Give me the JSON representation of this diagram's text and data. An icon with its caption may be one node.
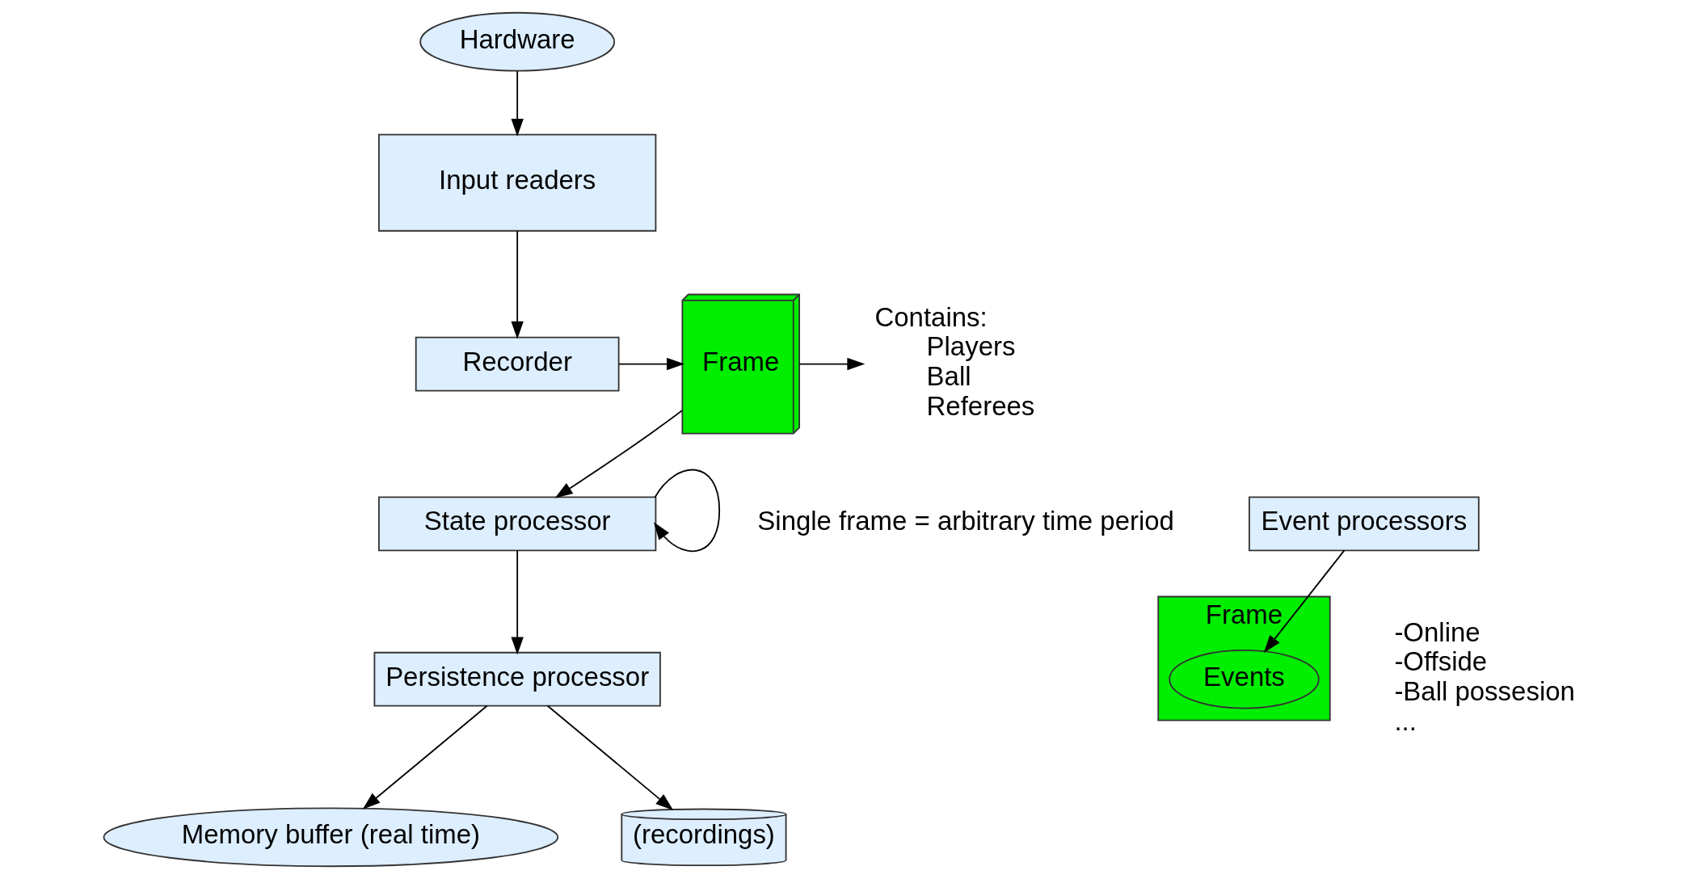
{
  "diagram": {
    "nodes": [
      {
        "text": [
          "Hardware"
        ]
      },
      {
        "text": [
          "Input readers"
        ]
      },
      {
        "text": [
          "Recorder"
        ]
      },
      {
        "text": [
          "Frame"
        ]
      },
      {
        "text": [
          "Contains:",
          "Players",
          "Ball",
          "Referees"
        ]
      },
      {
        "text": [
          "State processor"
        ]
      },
      {
        "text": [
          "Event processors"
        ]
      },
      {
        "text": [
          "Frame"
        ]
      },
      {
        "text": [
          "Events"
        ],
        "in": 7
      },
      {
        "text": [
          "Persistence processor"
        ]
      },
      {
        "text": [
          "Memory buffer (real time)"
        ]
      },
      {
        "text": [
          "(recordings)"
        ]
      }
    ],
    "edges": [
      {
        "from": 0,
        "to": 1,
        "arrow": "to"
      },
      {
        "from": 1,
        "to": 2,
        "arrow": "to"
      },
      {
        "from": 2,
        "to": 3,
        "arrow": "to"
      },
      {
        "from": 3,
        "to": 4,
        "arrow": "to"
      },
      {
        "from": 3,
        "to": 5,
        "arrow": "to"
      },
      {
        "from": 5,
        "to": 5,
        "arrow": "to"
      },
      {
        "from": 6,
        "to": 8,
        "arrow": "to"
      },
      {
        "from": 5,
        "to": 9,
        "arrow": "to"
      },
      {
        "from": 9,
        "to": 10,
        "arrow": "to"
      },
      {
        "from": 9,
        "to": 11,
        "arrow": "to"
      }
    ],
    "labels": [
      "Single frame = arbitrary time period",
      "-Online",
      "-Offside",
      "-Ball possesion",
      "..."
    ]
  }
}
